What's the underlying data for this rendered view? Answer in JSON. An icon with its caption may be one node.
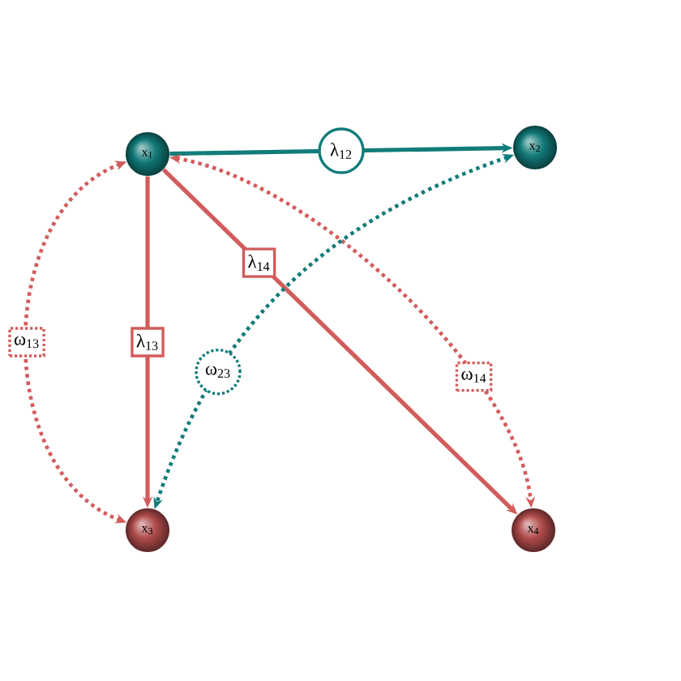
{
  "diagram": {
    "nodes": [
      {
        "text": [
          "x$_{1}$"
        ]
      },
      {
        "text": [
          "x$_{2}$"
        ]
      },
      {
        "text": [
          "x$_{3}$"
        ]
      },
      {
        "text": [
          "x$_{4}$"
        ]
      }
    ],
    "edges": [
      {
        "from": 0,
        "to": 1,
        "arrow": "to",
        "label": "λ$_{12}$",
        "color": "#117c7a"
      },
      {
        "from": 0,
        "to": 2,
        "arrow": "to",
        "label": "λ$_{13}$"
      },
      {
        "from": 0,
        "to": 3,
        "arrow": "to",
        "label": "λ$_{14}$"
      },
      {
        "from": 0,
        "to": 2,
        "arrow": "both",
        "label": "ω$_{13}$",
        "style": "dashed"
      },
      {
        "from": 0,
        "to": 3,
        "arrow": "both",
        "label": "ω$_{14}$",
        "style": "dashed"
      },
      {
        "from": 1,
        "to": 2,
        "arrow": "both",
        "label": "ω$_{23}$",
        "style": "dashed",
        "color": "#117c7a"
      }
    ]
  }
}
